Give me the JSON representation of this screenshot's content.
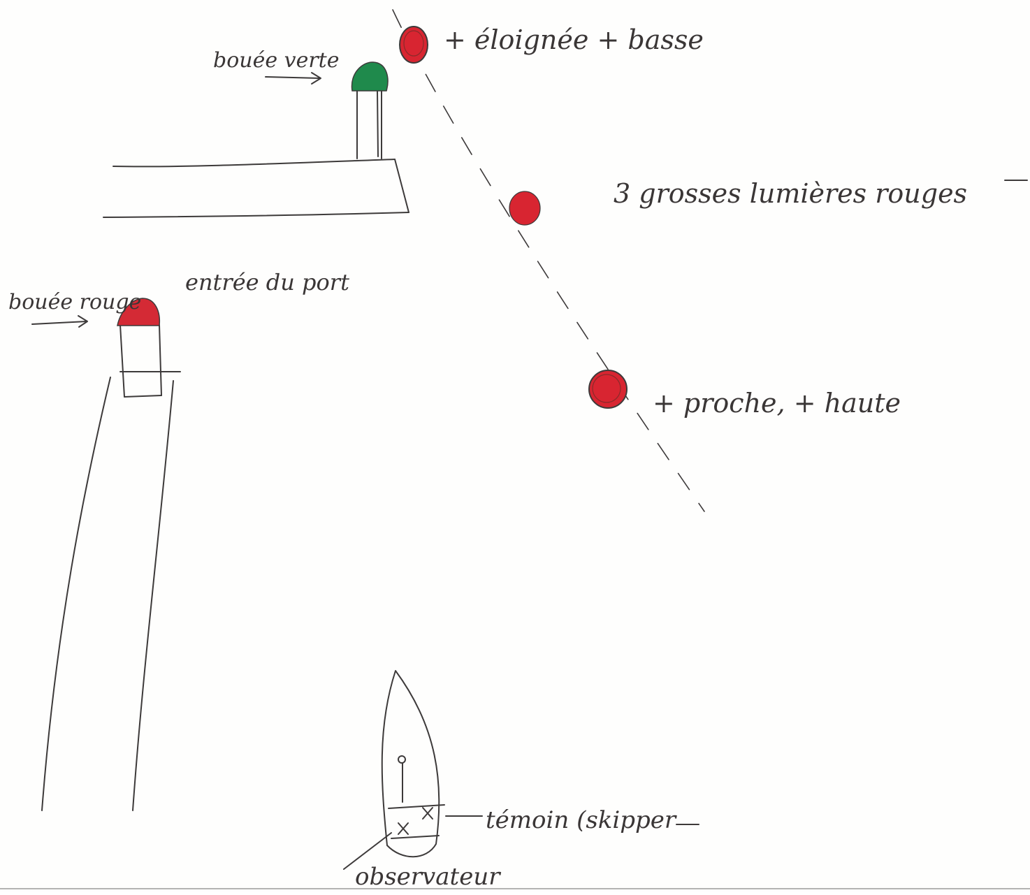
{
  "colors": {
    "paper": "#fefefd",
    "ink": "#3d3a3a",
    "green_buoy": "#1f8a4c",
    "red_buoy": "#d42a35",
    "red_light": "#d82531"
  },
  "labels": {
    "green_buoy": "bouée verte",
    "red_buoy": "bouée rouge",
    "port_entrance": "entrée du port",
    "light_far": "+ éloignée + basse",
    "three_lights": "3 grosses lumières rouges",
    "light_near": "+ proche, + haute",
    "witness": "témoin (skipper",
    "observer": "observateur"
  },
  "icons": {
    "boat": "sailboat-topview-icon",
    "arrow": "arrow-right-icon",
    "light": "red-light-icon"
  }
}
